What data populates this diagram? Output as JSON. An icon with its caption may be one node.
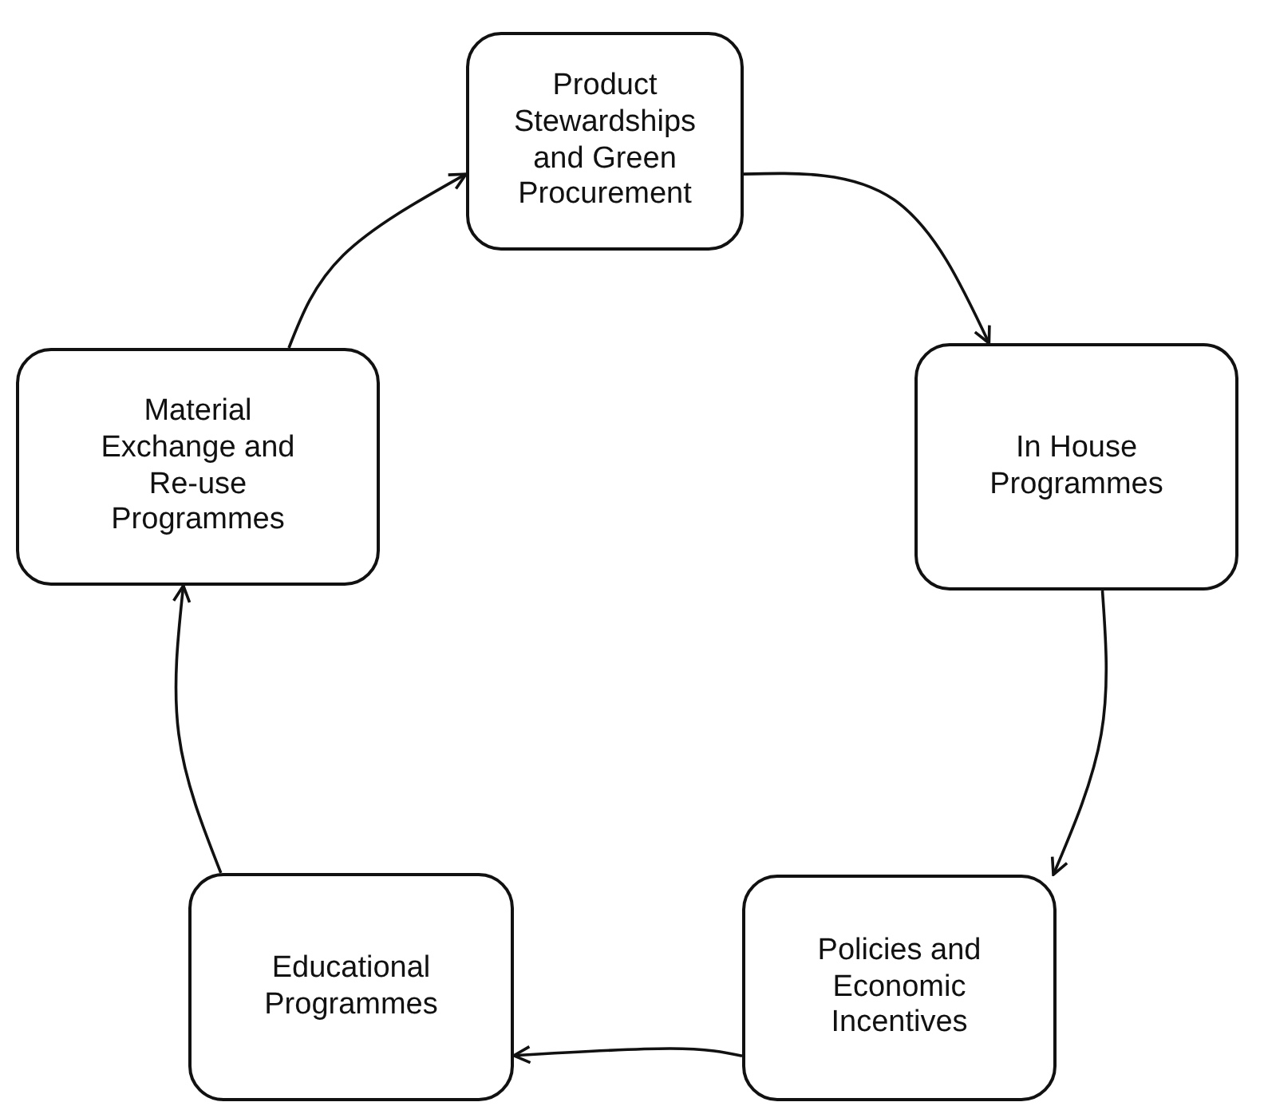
{
  "diagram": {
    "nodes": [
      {
        "text": [
          "Product Stewardships and Green Procurement"
        ]
      },
      {
        "text": [
          "In House Programmes"
        ]
      },
      {
        "text": [
          "Policies and Economic Incentives"
        ]
      },
      {
        "text": [
          "Educational Programmes"
        ]
      },
      {
        "text": [
          "Material Exchange and Re-use Programmes"
        ]
      }
    ],
    "edges": [
      {
        "from": 0,
        "to": 1,
        "arrow": "to"
      },
      {
        "from": 1,
        "to": 2,
        "arrow": "to"
      },
      {
        "from": 2,
        "to": 3,
        "arrow": "to"
      },
      {
        "from": 3,
        "to": 4,
        "arrow": "to"
      },
      {
        "from": 4,
        "to": 0,
        "arrow": "to"
      }
    ]
  }
}
